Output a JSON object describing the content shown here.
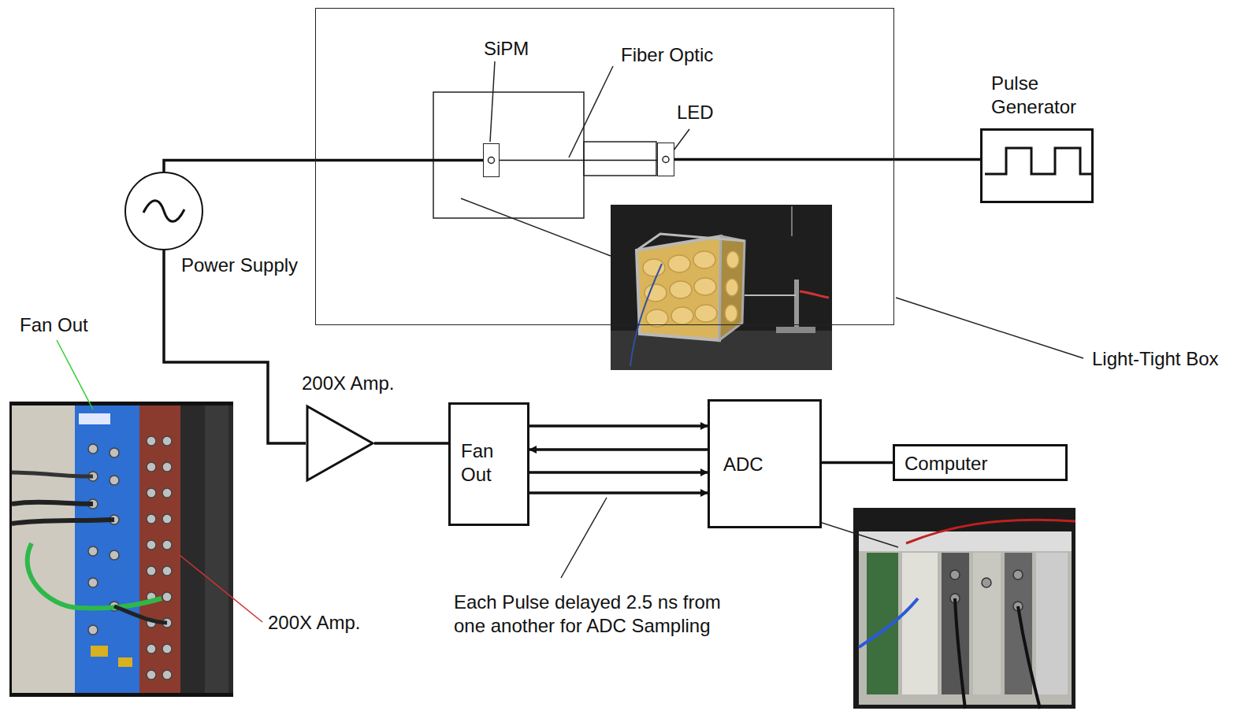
{
  "diagram": {
    "nodes": [
      {
        "text": [
          "Light-Tight Box"
        ]
      },
      {
        "text": [
          "SiPM"
        ],
        "in": 0
      },
      {
        "text": [
          "LED"
        ],
        "in": 0
      },
      {
        "text": [
          "Pulse Generator"
        ]
      },
      {
        "text": [
          "Power Supply"
        ]
      },
      {
        "text": [
          "200X Amp."
        ]
      },
      {
        "text": [
          "Fan Out"
        ]
      },
      {
        "text": [
          "ADC"
        ]
      },
      {
        "text": [
          "Computer"
        ]
      }
    ],
    "edges": [
      {
        "from": 4,
        "to": 1,
        "arrow": "none"
      },
      {
        "from": 1,
        "to": 2,
        "arrow": "none"
      },
      {
        "from": 2,
        "to": 3,
        "arrow": "none"
      },
      {
        "from": 4,
        "to": 5,
        "arrow": "none"
      },
      {
        "from": 5,
        "to": 6,
        "arrow": "none"
      },
      {
        "from": 6,
        "to": 7,
        "arrow": "to"
      },
      {
        "from": 7,
        "to": 6,
        "arrow": "to"
      },
      {
        "from": 6,
        "to": 7,
        "arrow": "to"
      },
      {
        "from": 6,
        "to": 7,
        "arrow": "to"
      },
      {
        "from": 7,
        "to": 8,
        "arrow": "none"
      }
    ],
    "labels": [
      "Fiber Optic",
      "Each Pulse delayed 2.5 ns from one another for ADC Sampling",
      "Fan Out",
      "200X Amp."
    ]
  }
}
